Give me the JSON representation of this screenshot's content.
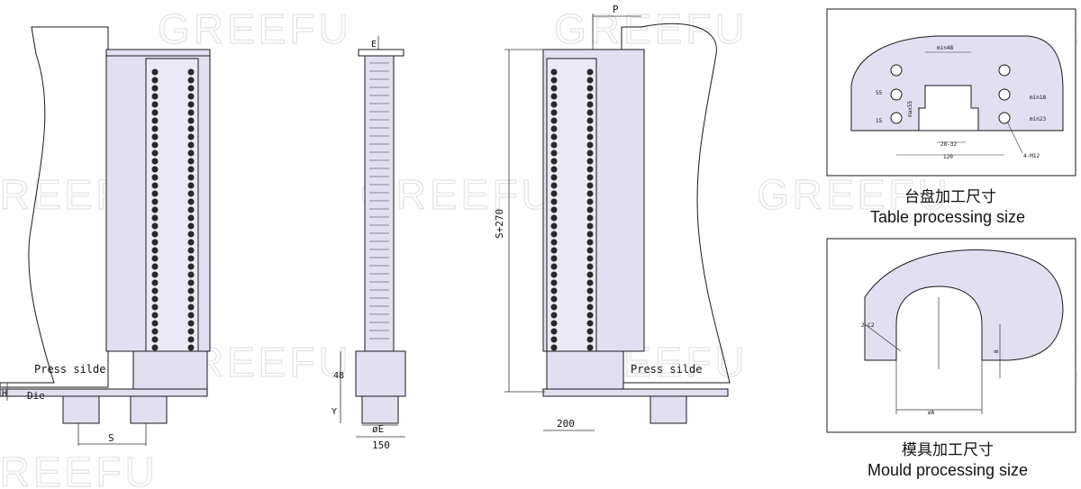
{
  "watermark": "GREEFU",
  "colors": {
    "fill": "#dfe1f1",
    "line": "#1a1a1a",
    "dim": "#333333"
  },
  "labels": {
    "press_slide_left": "Press silde",
    "press_slide_right": "Press silde",
    "die": "Die",
    "h": "H",
    "s": "S",
    "e": "E",
    "y": "Y",
    "p": "P",
    "dim_48": "48",
    "dim_150": "150",
    "dim_200": "200",
    "dim_oe": "øE",
    "dim_s270": "S+270"
  },
  "table": {
    "title_cn": "台盘加工尺寸",
    "title_en": "Table processing size",
    "dims": {
      "min48": "min48",
      "d55": "55",
      "d15": "15",
      "max55": "max55",
      "min18": "min18",
      "min23": "min23",
      "d2832": "28-32",
      "d120": "120",
      "m12": "4-M12"
    }
  },
  "mould": {
    "title_cn": "模具加工尺寸",
    "title_en": "Mould processing size",
    "dims": {
      "c2": "2-C2",
      "b": "B",
      "a": "øA"
    }
  }
}
